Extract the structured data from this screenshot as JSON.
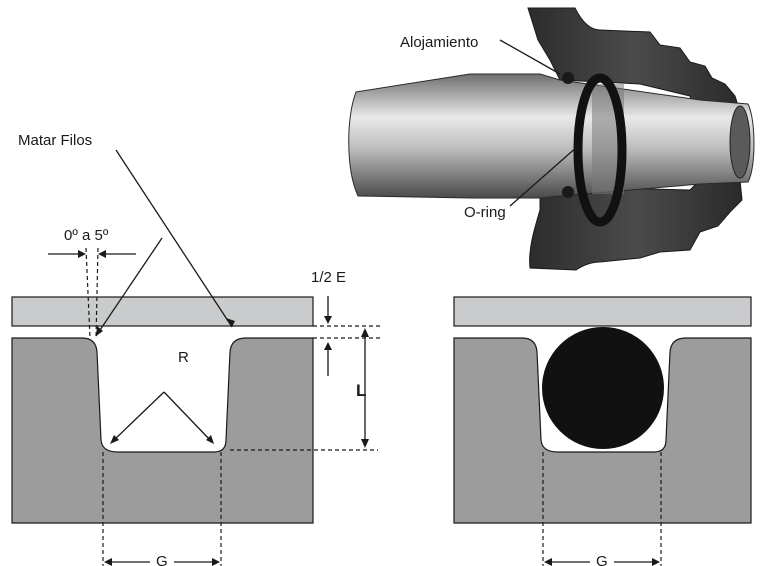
{
  "labels": {
    "alojamiento": "Alojamiento",
    "oring": "O-ring",
    "matar_filos": "Matar Filos",
    "angle": "0º a 5º",
    "half_e": "1/2 E",
    "r": "R",
    "l": "L",
    "g_left": "G",
    "g_right": "G"
  },
  "colors": {
    "plate": "#c9cbcd",
    "body": "#9c9c9c",
    "oring": "#111111",
    "metal_dark": "#3a3a3a",
    "metal_light": "#d8d8d8"
  }
}
